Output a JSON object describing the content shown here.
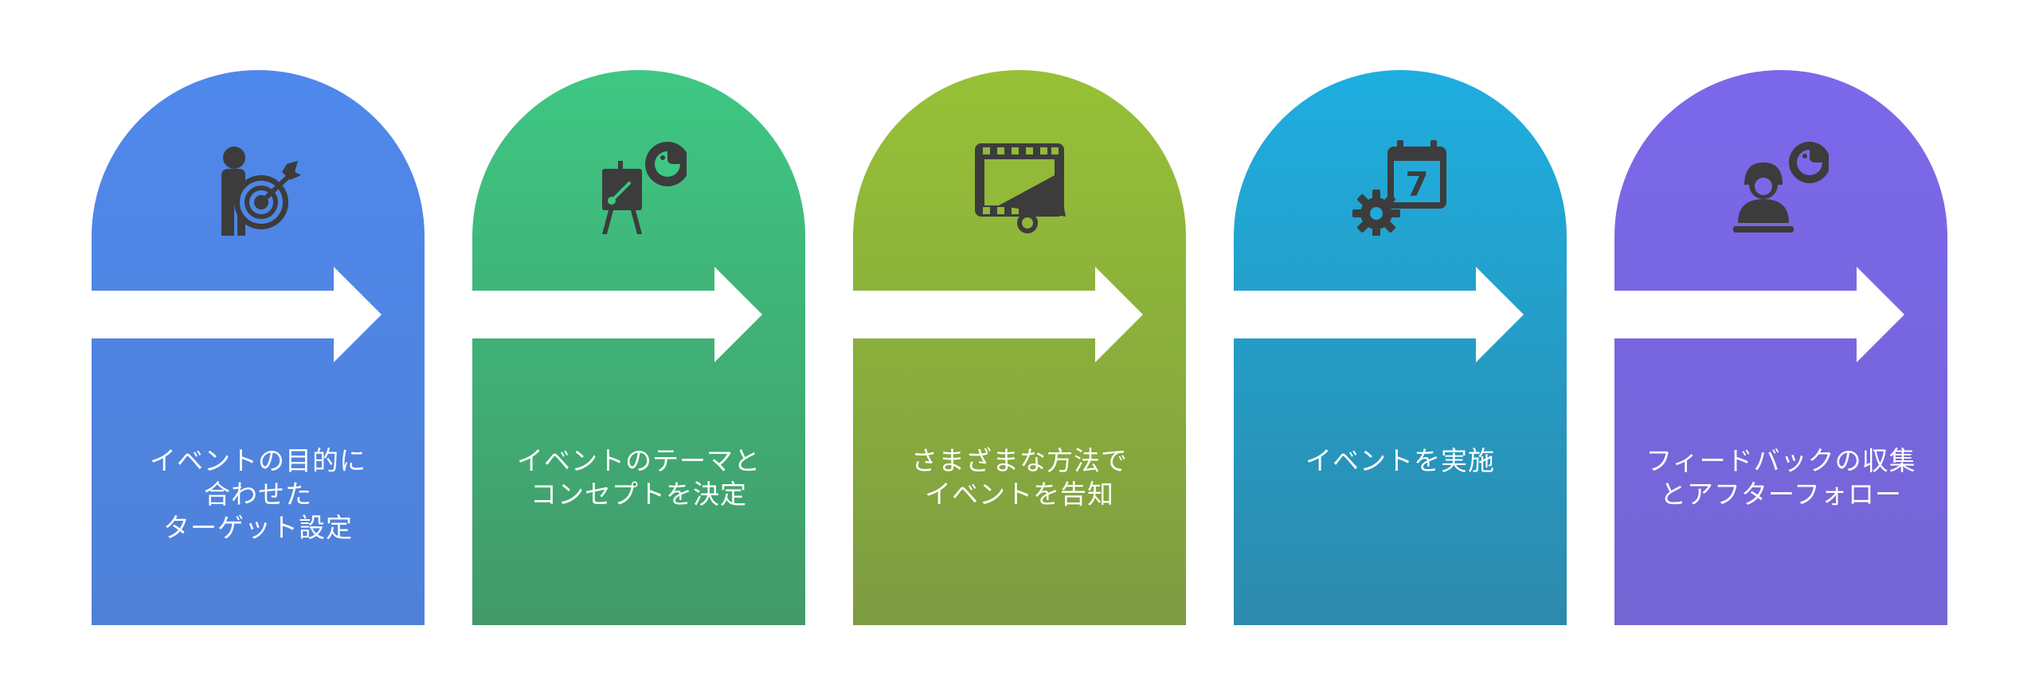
{
  "steps": [
    {
      "label": "イベントの目的に\n合わせた\nターゲット設定",
      "icon": "person-target-icon",
      "color_top": "#4f88ec",
      "color_bottom": "#4f81d8"
    },
    {
      "label": "イベントのテーマと\nコンセプトを決定",
      "icon": "easel-palette-icon",
      "color_top": "#3ec783",
      "color_bottom": "#429a6a"
    },
    {
      "label": "さまざまな方法で\nイベントを告知",
      "icon": "video-megaphone-icon",
      "color_top": "#97c136",
      "color_bottom": "#7e9c42"
    },
    {
      "label": "イベントを実施",
      "icon": "calendar-gear-icon",
      "color_top": "#1eaee0",
      "color_bottom": "#2c8aac"
    },
    {
      "label": "フィードバックの収集\nとアフターフォロー",
      "icon": "person-speech-icon",
      "color_top": "#7b68eb",
      "color_bottom": "#7465d4"
    }
  ]
}
